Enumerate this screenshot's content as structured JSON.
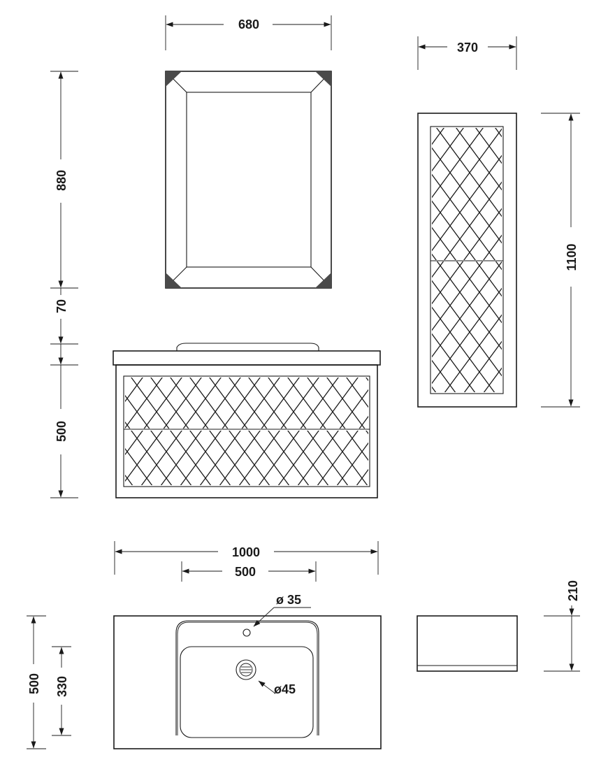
{
  "dimensions": {
    "mirror_width": "680",
    "mirror_height": "880",
    "gap": "70",
    "cabinet_height": "500",
    "column_width": "370",
    "column_height": "1100",
    "basin_width": "1000",
    "bowl_width": "500",
    "tap_hole": "ø 35",
    "drain": "ø45",
    "basin_depth": "500",
    "bowl_depth": "330",
    "side_height": "210"
  }
}
